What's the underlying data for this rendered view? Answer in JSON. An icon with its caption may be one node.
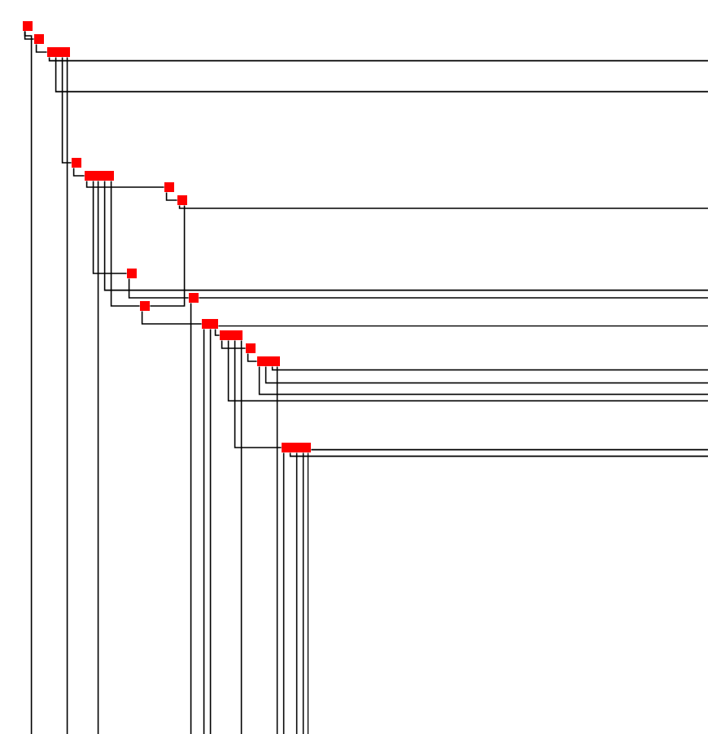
{
  "diagram": {
    "nodes": [
      {
        "text": [],
        "shape": "box"
      },
      {
        "text": [],
        "shape": "box"
      },
      {
        "text": [],
        "shape": "box"
      },
      {
        "text": [],
        "shape": "box"
      },
      {
        "text": [],
        "shape": "box"
      },
      {
        "text": [],
        "shape": "box"
      },
      {
        "text": [],
        "shape": "box"
      },
      {
        "text": [],
        "shape": "box"
      },
      {
        "text": [],
        "shape": "box"
      },
      {
        "text": [],
        "shape": "box"
      },
      {
        "text": [],
        "shape": "box"
      },
      {
        "text": [],
        "shape": "box"
      },
      {
        "text": [],
        "shape": "box"
      },
      {
        "text": [],
        "shape": "box"
      },
      {
        "text": [],
        "shape": "box"
      }
    ],
    "edges": [
      {
        "from": 0,
        "to": 1,
        "arrow": "none"
      },
      {
        "from": 0,
        "to": null,
        "arrow": "none"
      },
      {
        "from": 1,
        "to": 2,
        "arrow": "none"
      },
      {
        "from": 2,
        "to": null,
        "arrow": "none"
      },
      {
        "from": 2,
        "to": null,
        "arrow": "none"
      },
      {
        "from": 2,
        "to": 3,
        "arrow": "none"
      },
      {
        "from": 2,
        "to": null,
        "arrow": "none"
      },
      {
        "from": 3,
        "to": 4,
        "arrow": "none"
      },
      {
        "from": 4,
        "to": 5,
        "arrow": "none"
      },
      {
        "from": 4,
        "to": 7,
        "arrow": "none"
      },
      {
        "from": 4,
        "to": null,
        "arrow": "none"
      },
      {
        "from": 4,
        "to": null,
        "arrow": "none"
      },
      {
        "from": 4,
        "to": 9,
        "arrow": "none"
      },
      {
        "from": 5,
        "to": 6,
        "arrow": "none"
      },
      {
        "from": 6,
        "to": null,
        "arrow": "none"
      },
      {
        "from": 6,
        "to": 9,
        "arrow": "none"
      },
      {
        "from": 7,
        "to": 8,
        "arrow": "none"
      },
      {
        "from": 8,
        "to": null,
        "arrow": "none"
      },
      {
        "from": 8,
        "to": null,
        "arrow": "none"
      },
      {
        "from": 9,
        "to": 10,
        "arrow": "none"
      },
      {
        "from": 10,
        "to": null,
        "arrow": "none"
      },
      {
        "from": 10,
        "to": null,
        "arrow": "none"
      },
      {
        "from": 10,
        "to": null,
        "arrow": "none"
      },
      {
        "from": 10,
        "to": 11,
        "arrow": "none"
      },
      {
        "from": 11,
        "to": 12,
        "arrow": "none"
      },
      {
        "from": 11,
        "to": null,
        "arrow": "none"
      },
      {
        "from": 11,
        "to": 14,
        "arrow": "none"
      },
      {
        "from": 11,
        "to": null,
        "arrow": "none"
      },
      {
        "from": 12,
        "to": 13,
        "arrow": "none"
      },
      {
        "from": 13,
        "to": null,
        "arrow": "none"
      },
      {
        "from": 13,
        "to": null,
        "arrow": "none"
      },
      {
        "from": 13,
        "to": null,
        "arrow": "none"
      },
      {
        "from": 13,
        "to": null,
        "arrow": "none"
      },
      {
        "from": 14,
        "to": null,
        "arrow": "none"
      },
      {
        "from": 14,
        "to": null,
        "arrow": "none"
      },
      {
        "from": 14,
        "to": null,
        "arrow": "none"
      },
      {
        "from": 14,
        "to": null,
        "arrow": "none"
      },
      {
        "from": 14,
        "to": null,
        "arrow": "none"
      },
      {
        "from": 14,
        "to": null,
        "arrow": "none"
      }
    ]
  }
}
